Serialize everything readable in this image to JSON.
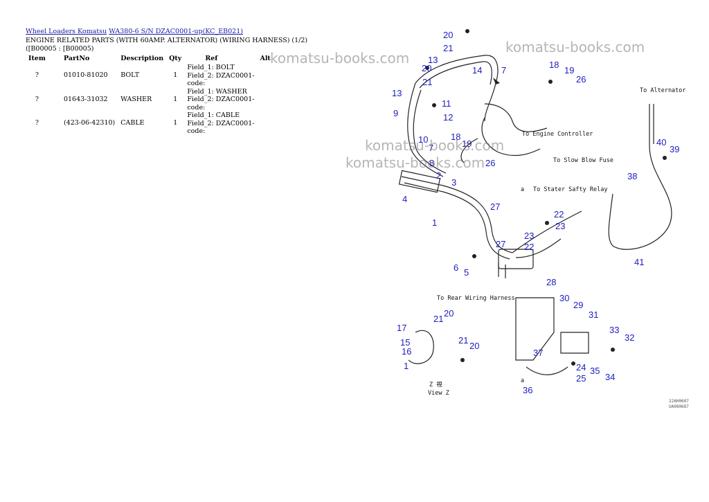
{
  "breadcrumb": {
    "link1": "Wheel Loaders Komatsu",
    "link2": "WA380-6 S/N DZAC0001-up(KC_EB021)"
  },
  "title": "ENGINE RELATED PARTS (WITH 60AMP. ALTERNATOR) (WIRING HARNESS) (1/2)([B00005 : [B00005)",
  "table": {
    "headers": [
      "Item",
      "PartNo",
      "Description",
      "Qty",
      "Ref",
      "Alt"
    ],
    "rows": [
      {
        "item": "?",
        "partno": "01010-81020",
        "desc": "BOLT",
        "qty": "1",
        "ref1": "Field_1: BOLT",
        "ref2": "Field_2: DZAC0001-",
        "ref3": "code:",
        "alt": ""
      },
      {
        "item": "?",
        "partno": "01643-31032",
        "desc": "WASHER",
        "qty": "1",
        "ref1": "Field_1: WASHER",
        "ref2": "Field_2: DZAC0001-",
        "ref3": "code:",
        "alt": ""
      },
      {
        "item": "?",
        "partno": "(423-06-42310)",
        "desc": "CABLE",
        "qty": "1",
        "ref1": "Field_1: CABLE",
        "ref2": "Field_2: DZAC0001-",
        "ref3": "code:",
        "alt": ""
      }
    ]
  },
  "watermark": "komatsu-books.com",
  "diagram": {
    "labels": {
      "to_alternator": "To Alternator",
      "to_engine_controller": "To Engine Controller",
      "to_slow_blow_fuse": "To Slow Blow Fuse",
      "to_starter_safety_relay": "To Stater Safty Relay",
      "to_rear_wiring_harness": "To Rear Wiring Harness",
      "view_z": "View Z",
      "z_mark": "Z 視",
      "a_mark": "a",
      "code1": "22AH0687",
      "code2": "UA080687"
    }
  }
}
